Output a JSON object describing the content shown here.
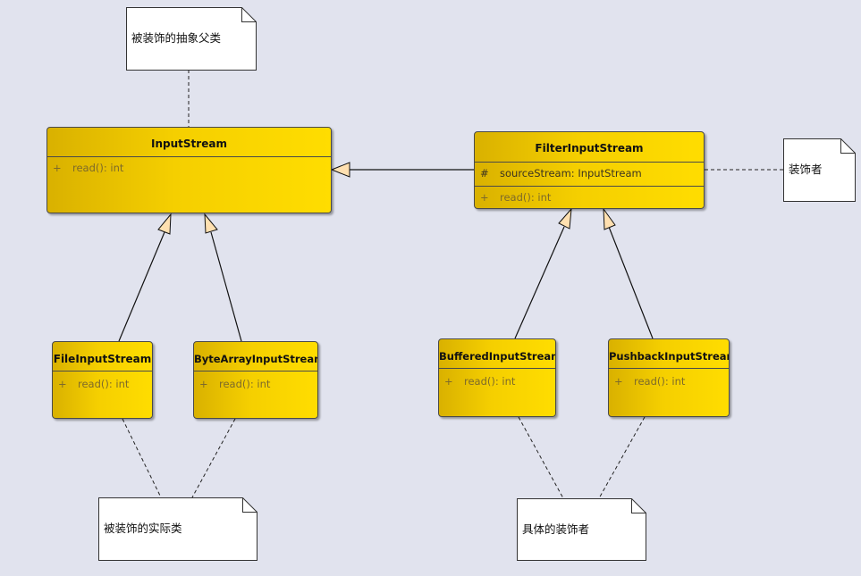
{
  "classes": {
    "input_stream": {
      "name": "InputStream",
      "method": {
        "visibility": "+",
        "text": "read(): int"
      }
    },
    "filter_input_stream": {
      "name": "FilterInputStream",
      "attribute": {
        "visibility": "#",
        "text": "sourceStream: InputStream"
      },
      "method": {
        "visibility": "+",
        "text": "read(): int"
      }
    },
    "file_input_stream": {
      "name": "FileInputStream",
      "method": {
        "visibility": "+",
        "text": "read(): int"
      }
    },
    "byte_array_input_stream": {
      "name": "ByteArrayInputStream",
      "method": {
        "visibility": "+",
        "text": "read(): int"
      }
    },
    "buffered_input_stream": {
      "name": "BufferedInputStream",
      "method": {
        "visibility": "+",
        "text": "read(): int"
      }
    },
    "pushback_input_stream": {
      "name": "PushbackInputStream",
      "method": {
        "visibility": "+",
        "text": "read(): int"
      }
    }
  },
  "notes": {
    "abstract_parent": "被装饰的抽象父类",
    "decorator": "装饰者",
    "concrete_decorated": "被装饰的实际类",
    "concrete_decorators": "具体的装饰者"
  },
  "colors": {
    "background": "#e1e3ee",
    "class_fill": "#ffdd00",
    "class_fill_dark": "#d9b100",
    "arrow_fill": "#ffe0b0",
    "note_fill": "#ffffff"
  }
}
